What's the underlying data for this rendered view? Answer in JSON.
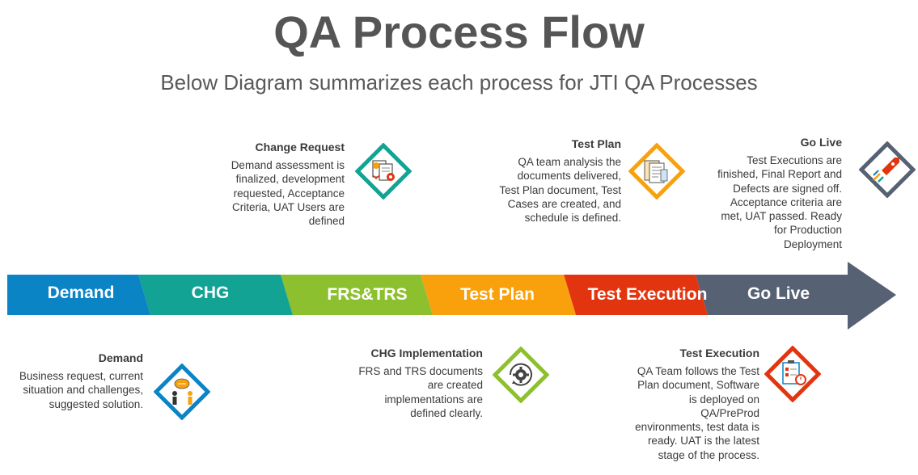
{
  "title": "QA Process Flow",
  "subtitle": "Below Diagram summarizes each process for JTI QA Processes",
  "colors": {
    "demand": "#0b84c6",
    "chg": "#12a395",
    "frs": "#8dc02e",
    "testplan": "#f9a10c",
    "testexec": "#e2350f",
    "golive": "#566173"
  },
  "arrow": {
    "demand": "Demand",
    "chg": "CHG",
    "frs": "FRS&TRS",
    "testplan": "Test Plan",
    "testexec": "Test Execution",
    "golive": "Go Live"
  },
  "top": {
    "change_request": {
      "heading": "Change Request",
      "lines": [
        "Demand assessment is",
        "finalized, development",
        "requested, Acceptance",
        "Criteria, UAT Users are",
        "defined"
      ],
      "icon": "documents-gear-icon"
    },
    "test_plan": {
      "heading": "Test Plan",
      "lines": [
        "QA team analysis the",
        "documents delivered,",
        "Test Plan document, Test",
        "Cases are created, and",
        "schedule is defined."
      ],
      "icon": "document-stack-icon"
    },
    "go_live": {
      "heading": "Go Live",
      "lines": [
        "Test Executions are",
        "finished, Final Report and",
        "Defects are signed off.",
        "Acceptance criteria are",
        "met, UAT passed. Ready",
        "for Production",
        "Deployment"
      ],
      "icon": "rocket-launch-icon"
    }
  },
  "bottom": {
    "demand": {
      "heading": "Demand",
      "lines": [
        "Business request, current",
        "situation and challenges,",
        "suggested solution."
      ],
      "icon": "people-idea-icon"
    },
    "chg_impl": {
      "heading": "CHG Implementation",
      "lines": [
        "FRS and TRS documents",
        "are created",
        "implementations are",
        "defined clearly."
      ],
      "icon": "gear-cycle-icon"
    },
    "test_exec": {
      "heading": "Test Execution",
      "lines": [
        "QA Team follows the Test",
        "Plan document, Software",
        "is deployed on",
        "QA/PreProd",
        "environments, test data is",
        "ready. UAT is the latest",
        "stage of the process."
      ],
      "icon": "checklist-timer-icon"
    }
  }
}
